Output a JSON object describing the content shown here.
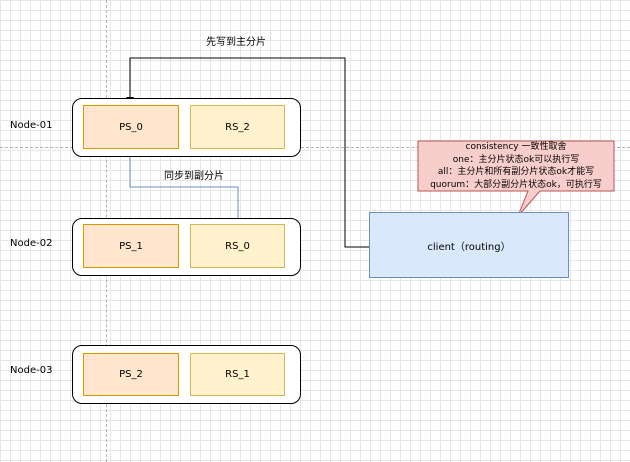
{
  "nodes": [
    {
      "label": "Node-01",
      "primary": "PS_0",
      "replica": "RS_2"
    },
    {
      "label": "Node-02",
      "primary": "PS_1",
      "replica": "RS_0"
    },
    {
      "label": "Node-03",
      "primary": "PS_2",
      "replica": "RS_1"
    }
  ],
  "client": {
    "label": "client（routing）"
  },
  "edges": {
    "write_primary": "先写到主分片",
    "sync_replica": "同步到副分片"
  },
  "callout": {
    "line1": "consistency 一致性取舍",
    "line2": "one：主分片状态ok可以执行写",
    "line3": "all：主分片和所有副分片状态ok才能写",
    "line4": "quorum：大部分副分片状态ok，可执行写"
  },
  "colors": {
    "primary_fill": "#ffe6cc",
    "replica_fill": "#fff2cc",
    "client_fill": "#dae8fc",
    "callout_fill": "#f8cecc",
    "sync_edge": "#6c8ebf"
  }
}
